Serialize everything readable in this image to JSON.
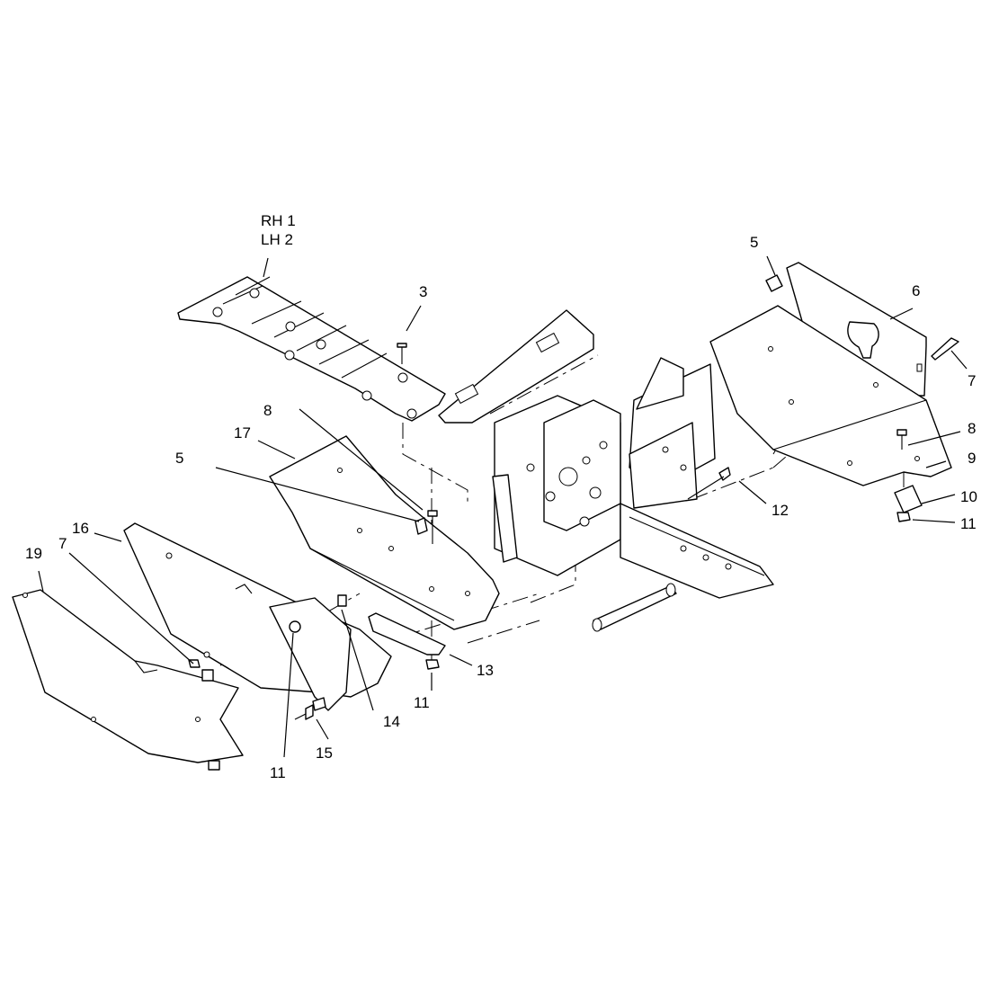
{
  "callouts": [
    {
      "id": "rh1",
      "text": "RH 1"
    },
    {
      "id": "lh2",
      "text": "LH 2"
    },
    {
      "id": "c3",
      "text": "3"
    },
    {
      "id": "c5a",
      "text": "5"
    },
    {
      "id": "c6",
      "text": "6"
    },
    {
      "id": "c7a",
      "text": "7"
    },
    {
      "id": "c8a",
      "text": "8"
    },
    {
      "id": "c9",
      "text": "9"
    },
    {
      "id": "c10",
      "text": "10"
    },
    {
      "id": "c11a",
      "text": "11"
    },
    {
      "id": "c12",
      "text": "12"
    },
    {
      "id": "c8b",
      "text": "8"
    },
    {
      "id": "c17",
      "text": "17"
    },
    {
      "id": "c5b",
      "text": "5"
    },
    {
      "id": "c16",
      "text": "16"
    },
    {
      "id": "c7b",
      "text": "7"
    },
    {
      "id": "c19",
      "text": "19"
    },
    {
      "id": "c13",
      "text": "13"
    },
    {
      "id": "c11b",
      "text": "11"
    },
    {
      "id": "c14",
      "text": "14"
    },
    {
      "id": "c15",
      "text": "15"
    },
    {
      "id": "c11c",
      "text": "11"
    }
  ]
}
